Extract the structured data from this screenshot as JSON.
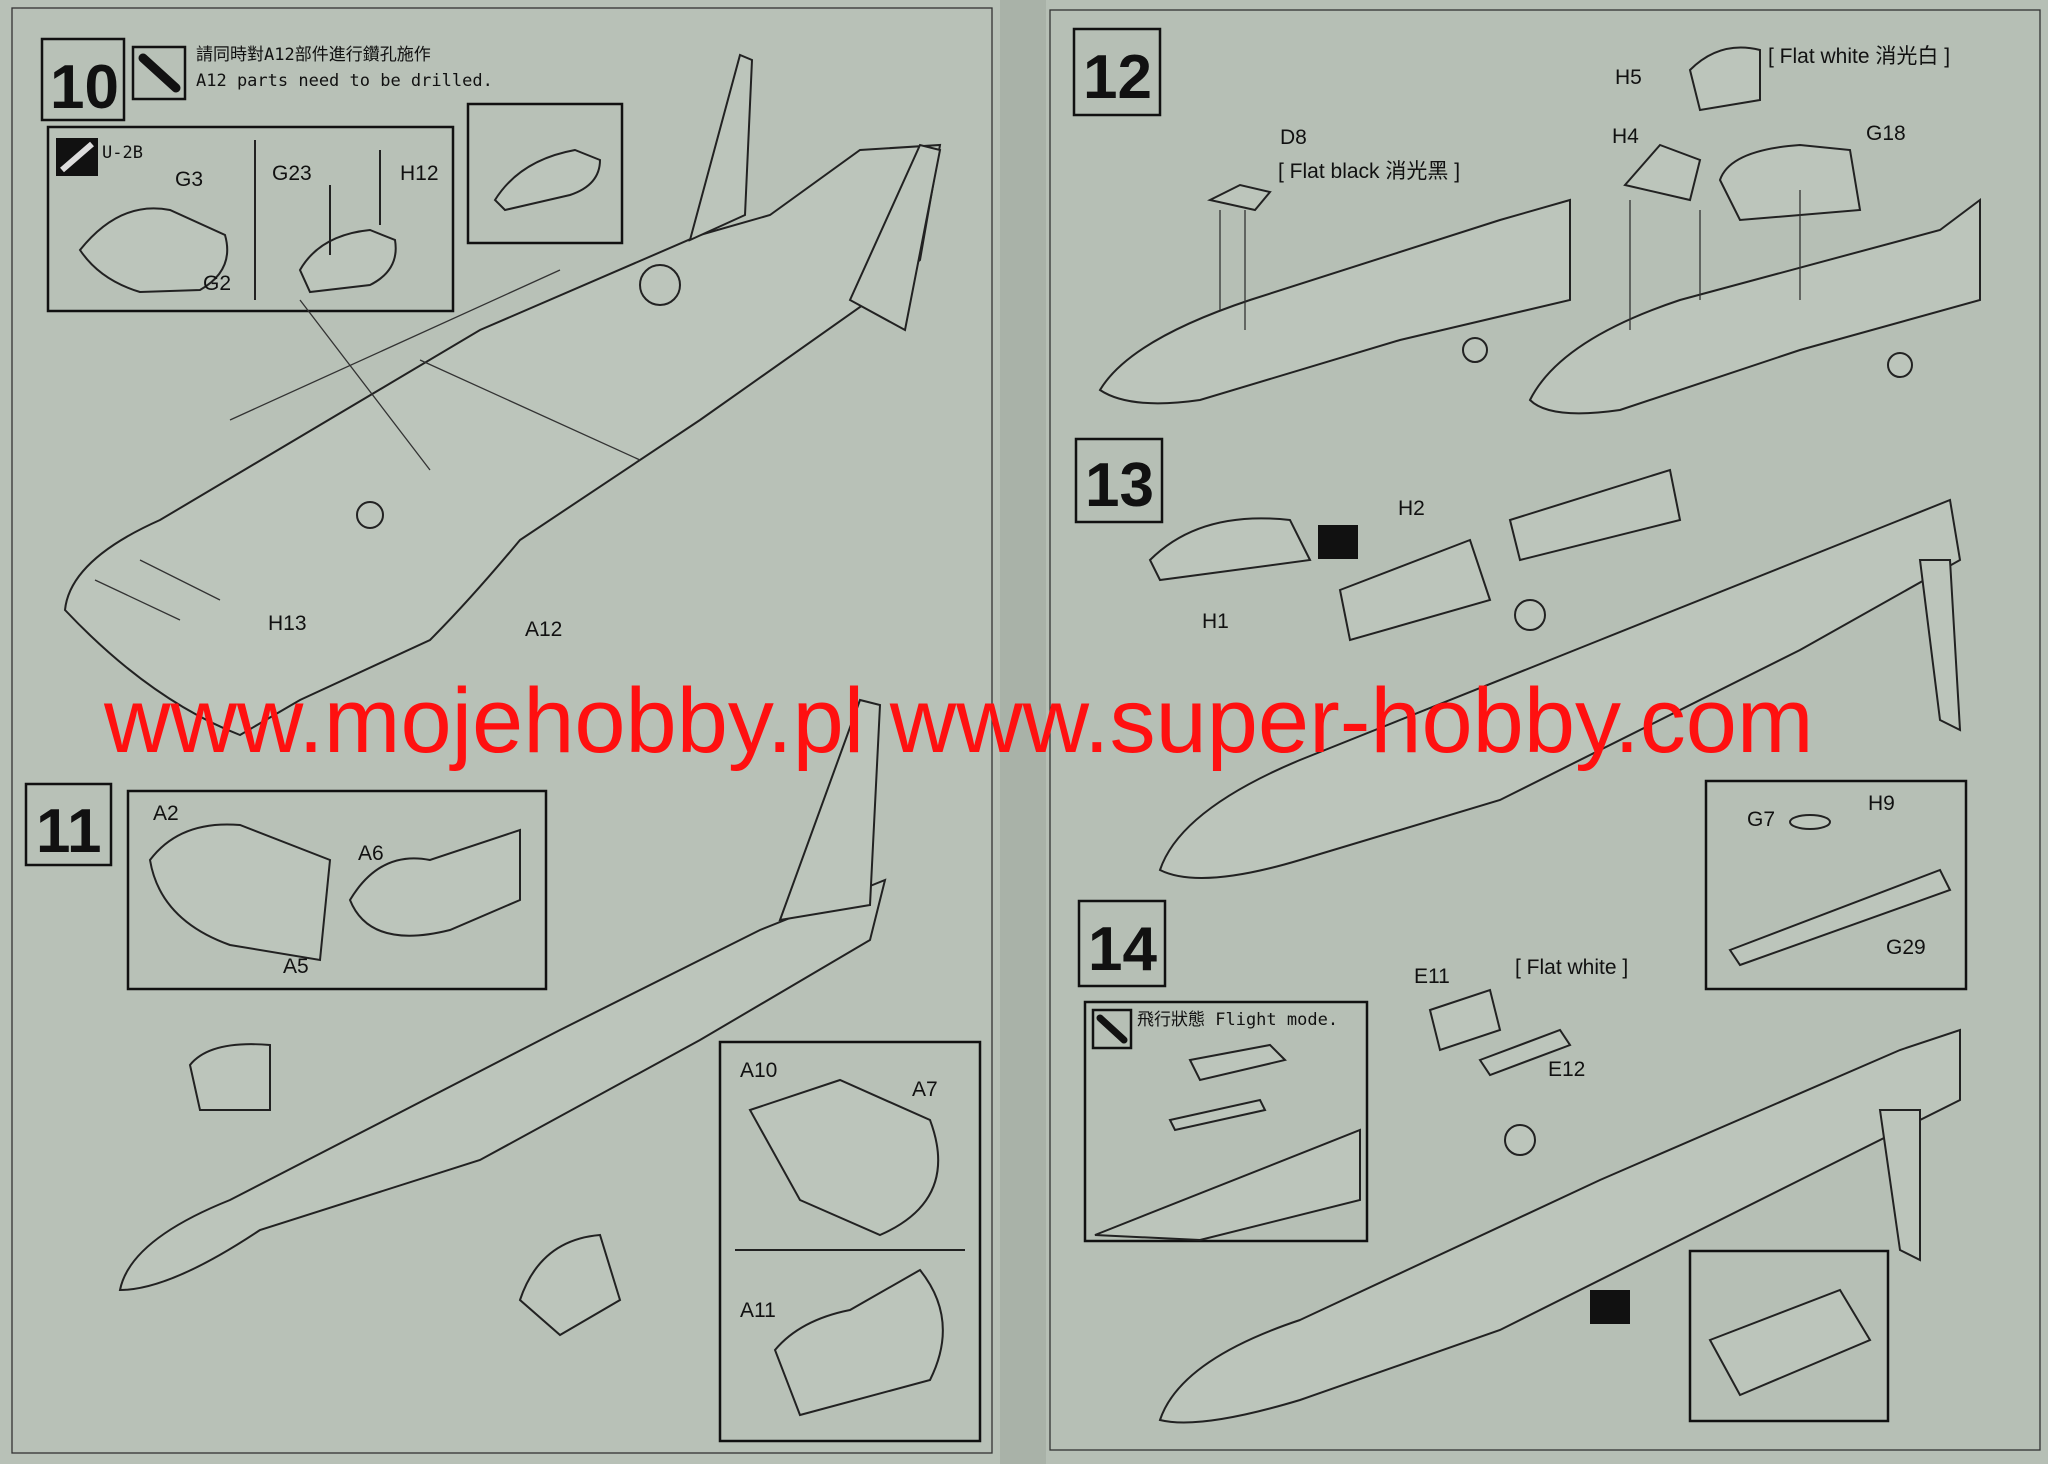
{
  "watermark": "www.mojehobby.pl www.super-hobby.com",
  "steps": {
    "s10": {
      "number": "10",
      "note_cn": "請同時對A12部件進行鑽孔施作",
      "note_en": "A12 parts need to be drilled.",
      "variant": "U-2B",
      "labels": {
        "g3": "G3",
        "g2": "G2",
        "g23": "G23",
        "h12": "H12",
        "h13": "H13",
        "a12": "A12"
      }
    },
    "s11": {
      "number": "11",
      "labels": {
        "a2": "A2",
        "a6": "A6",
        "a5": "A5",
        "a10": "A10",
        "a7": "A7",
        "a11": "A11"
      }
    },
    "s12": {
      "number": "12",
      "labels": {
        "h5": "H5",
        "flat_white": "[ Flat white 消光白 ]",
        "h4": "H4",
        "g18": "G18",
        "d8": "D8",
        "flat_black": "[ Flat black 消光黑 ]"
      }
    },
    "s13": {
      "number": "13",
      "labels": {
        "h2": "H2",
        "h1": "H1",
        "g7": "G7",
        "h9": "H9",
        "g29": "G29"
      }
    },
    "s14": {
      "number": "14",
      "note": "飛行狀態 Flight mode.",
      "labels": {
        "e11": "E11",
        "flat_white": "[ Flat white ]",
        "e12": "E12"
      }
    }
  },
  "colors": {
    "paper": "#b6bfb5",
    "watermark": "#ff1010"
  }
}
